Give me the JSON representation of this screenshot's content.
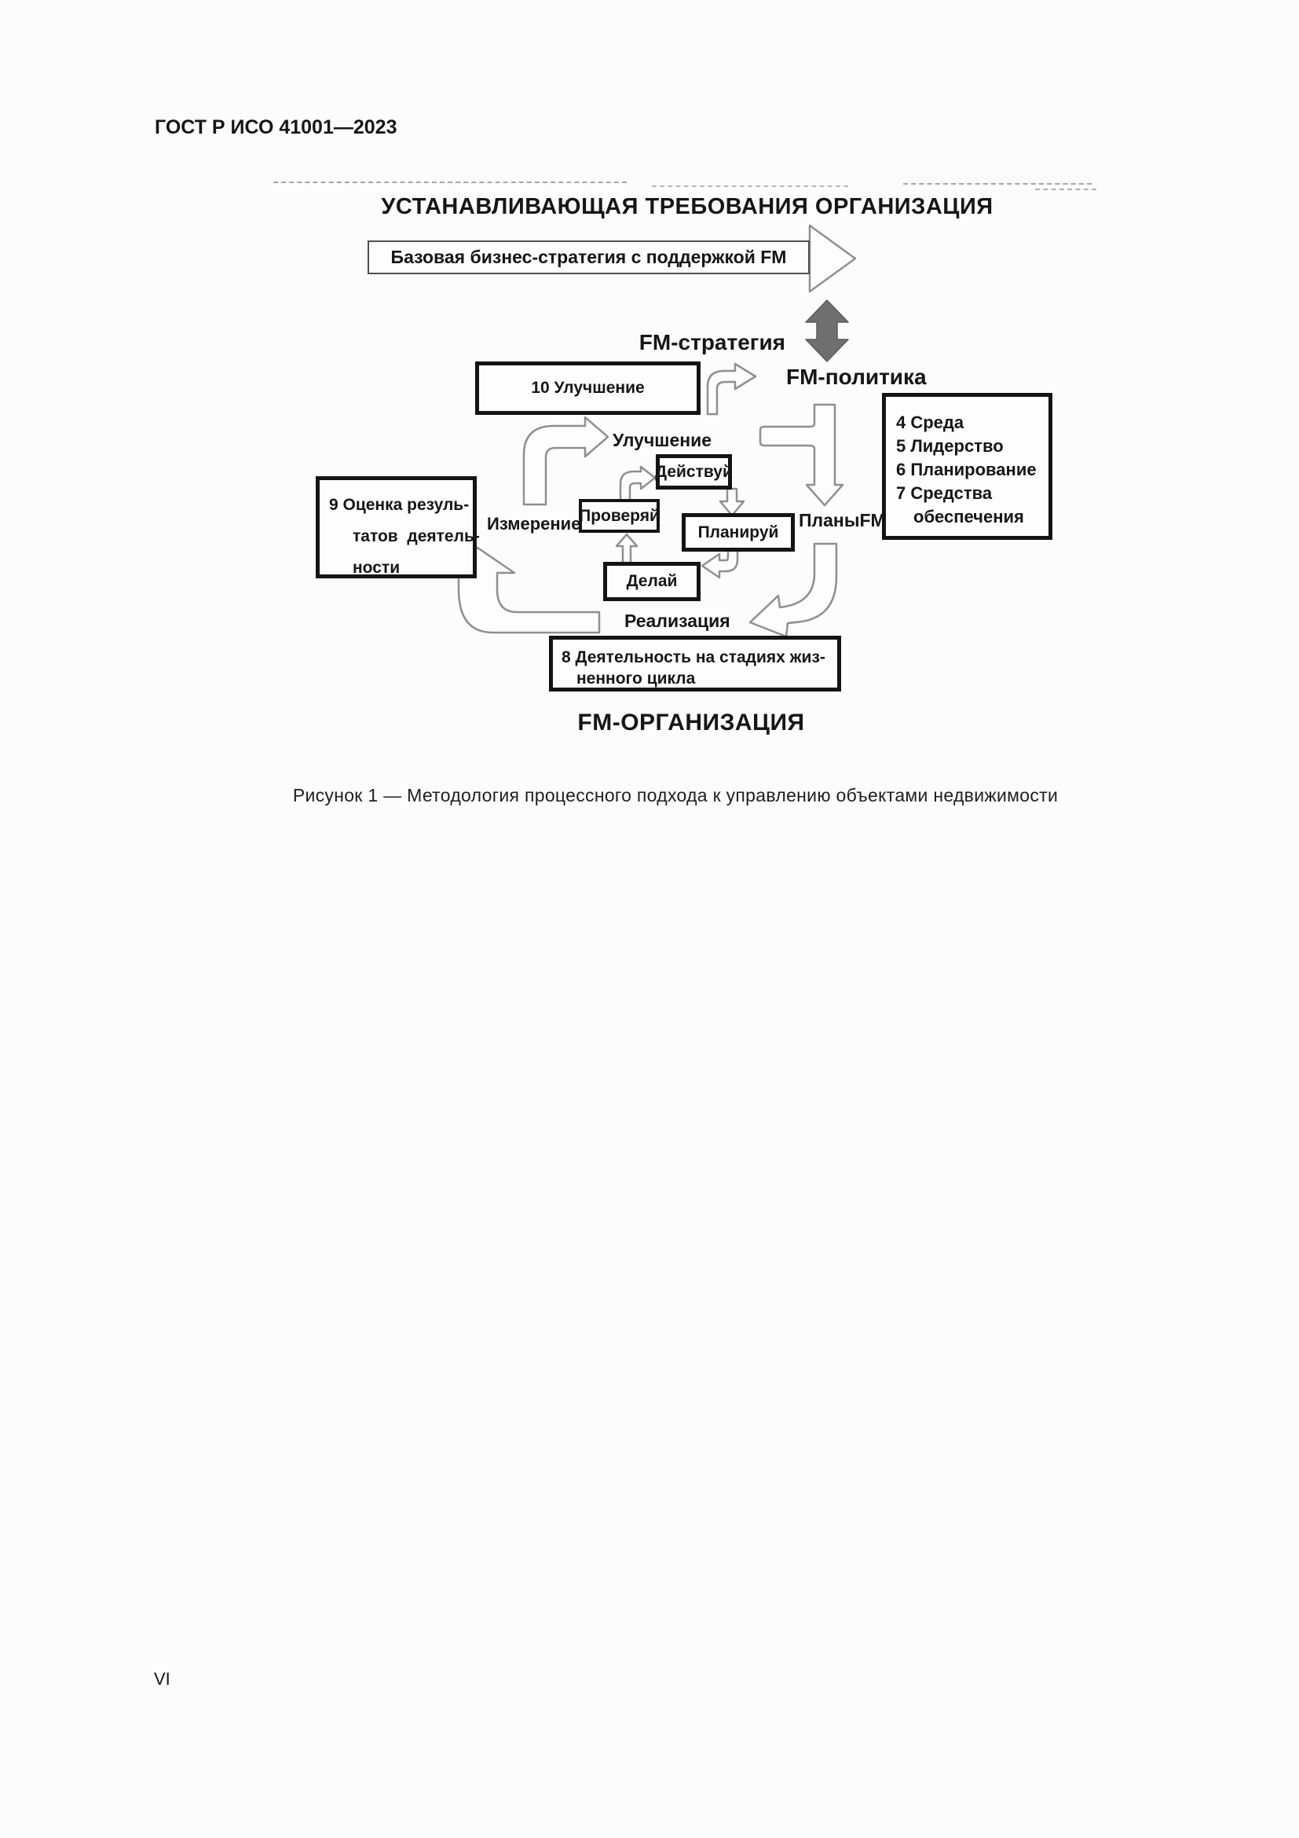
{
  "page": {
    "running_header": "ГОСТ Р ИСО 41001—2023",
    "page_number": "VI",
    "figure_caption": "Рисунок 1 — Методология процессного подхода к управлению объектами недвижимости"
  },
  "diagram": {
    "title": "УСТАНАВЛИВАЮЩАЯ ТРЕБОВАНИЯ ОРГАНИЗАЦИЯ",
    "strategy_arrow_label": "Базовая бизнес-стратегия с поддержкой FM",
    "fm_strategy_label": "FM-стратегия",
    "fm_policy_label": "FM-политика",
    "improvement_box_label": "10 Улучшение",
    "improvement_label": "Улучшение",
    "evaluation_box": {
      "lines": [
        "9 Оценка резуль-",
        "татов  деятель-",
        "ности"
      ]
    },
    "measurement_label": "Измерение",
    "pdca": {
      "act": "Действуй",
      "check": "Проверяй",
      "plan": "Планируй",
      "do": "Делай"
    },
    "fm_plans_label": "ПланыFM",
    "clauses_box": {
      "lines": [
        "4 Среда",
        "5 Лидерство",
        "6 Планирование",
        "7 Средства",
        "обеспечения"
      ]
    },
    "realization_label": "Реализация",
    "lifecycle_box": {
      "lines": [
        "8 Деятельность на стадиях жиз-",
        "ненного цикла"
      ]
    },
    "fm_organization_label": "FM-ОРГАНИЗАЦИЯ"
  },
  "colors": {
    "text": "#161616",
    "box_border": "#141414",
    "arrow_outline": "#8f8f8f",
    "arrow_fill": "#fdfdfd",
    "solid_arrow": "#6f6f6f"
  }
}
